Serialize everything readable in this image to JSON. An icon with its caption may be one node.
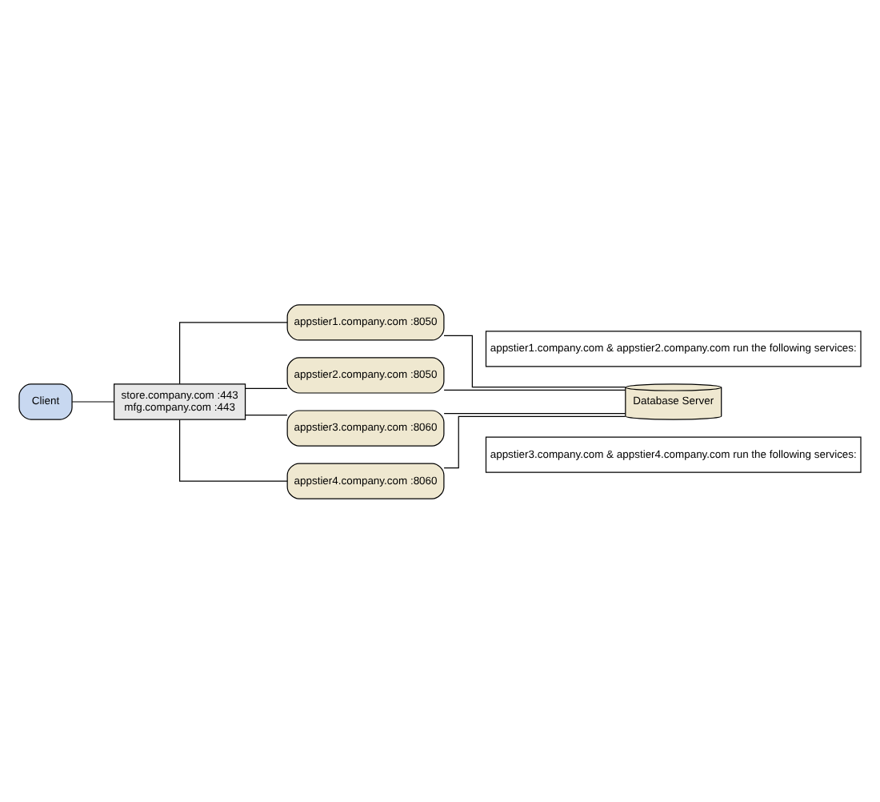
{
  "diagram": {
    "nodes": [
      {
        "text": [
          "Client"
        ]
      },
      {
        "text": [
          "store.company.com :443",
          "mfg.company.com :443"
        ]
      },
      {
        "text": [
          "appstier1.company.com :8050"
        ]
      },
      {
        "text": [
          "appstier2.company.com :8050"
        ]
      },
      {
        "text": [
          "appstier3.company.com :8060"
        ]
      },
      {
        "text": [
          "appstier4.company.com :8060"
        ]
      },
      {
        "text": [
          "Database Server"
        ]
      },
      {
        "text": [
          "appstier1.company.com & appstier2.company.com run the following services:"
        ]
      },
      {
        "text": [
          "appstier3.company.com & appstier4.company.com run the following services:"
        ]
      }
    ],
    "edges": [
      {
        "from": 0,
        "to": 1,
        "arrow": "none"
      },
      {
        "from": 1,
        "to": 2,
        "arrow": "none"
      },
      {
        "from": 1,
        "to": 3,
        "arrow": "none"
      },
      {
        "from": 1,
        "to": 4,
        "arrow": "none"
      },
      {
        "from": 1,
        "to": 5,
        "arrow": "none"
      },
      {
        "from": 2,
        "to": 6,
        "arrow": "none"
      },
      {
        "from": 3,
        "to": 6,
        "arrow": "none"
      },
      {
        "from": 4,
        "to": 6,
        "arrow": "none"
      },
      {
        "from": 5,
        "to": 6,
        "arrow": "none"
      }
    ]
  }
}
